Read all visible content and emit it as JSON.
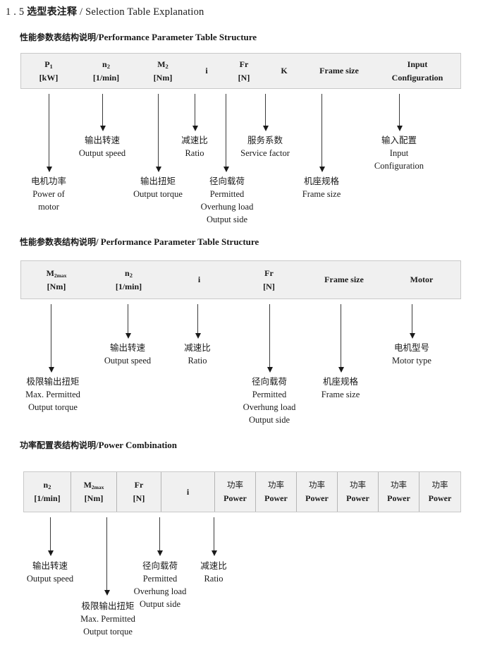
{
  "title": {
    "number": "1 . 5",
    "cn": "选型表注释",
    "sep": "/",
    "en": "Selection Table Explanation"
  },
  "sections": [
    {
      "heading_cn": "性能参数表结构说明",
      "heading_sep": "/",
      "heading_en": "Performance Parameter Table Structure",
      "columns": [
        {
          "l1": "P",
          "sub1": "1",
          "l2": "[kW]"
        },
        {
          "l1": "n",
          "sub1": "2",
          "l2": "[1/min]"
        },
        {
          "l1": "M",
          "sub1": "2",
          "l2": "[Nm]"
        },
        {
          "l1": "i",
          "sub1": "",
          "l2": ""
        },
        {
          "l1": "Fr",
          "sub1": "",
          "l2": "[N]"
        },
        {
          "l1": "K",
          "sub1": "",
          "l2": ""
        },
        {
          "l1": "Frame size",
          "sub1": "",
          "l2": ""
        },
        {
          "l1": "Input",
          "sub1": "",
          "l2": "Configuration"
        }
      ],
      "notes": [
        {
          "cn": "电机功率",
          "en": [
            "Power of",
            "motor"
          ]
        },
        {
          "cn": "输出转速",
          "en": [
            "Output speed"
          ]
        },
        {
          "cn": "输出扭矩",
          "en": [
            "Output torque"
          ]
        },
        {
          "cn": "减速比",
          "en": [
            "Ratio"
          ]
        },
        {
          "cn": "径向载荷",
          "en": [
            "Permitted",
            "Overhung load",
            "Output side"
          ]
        },
        {
          "cn": "服务系数",
          "en": [
            "Service factor"
          ]
        },
        {
          "cn": "机座规格",
          "en": [
            "Frame size"
          ]
        },
        {
          "cn": "输入配置",
          "en": [
            "Input",
            "Configuration"
          ]
        }
      ]
    },
    {
      "heading_cn": "性能参数表结构说明",
      "heading_sep": "/",
      "heading_en": "Performance Parameter Table Structure",
      "columns": [
        {
          "l1": "M",
          "sub1": "2max",
          "l2": "[Nm]"
        },
        {
          "l1": "n",
          "sub1": "2",
          "l2": "[1/min]"
        },
        {
          "l1": "i",
          "sub1": "",
          "l2": ""
        },
        {
          "l1": "Fr",
          "sub1": "",
          "l2": "[N]"
        },
        {
          "l1": "Frame size",
          "sub1": "",
          "l2": ""
        },
        {
          "l1": "Motor",
          "sub1": "",
          "l2": ""
        }
      ],
      "notes": [
        {
          "cn": "极限输出扭矩",
          "en": [
            "Max. Permitted",
            "Output  torque"
          ]
        },
        {
          "cn": "输出转速",
          "en": [
            "Output speed"
          ]
        },
        {
          "cn": "减速比",
          "en": [
            "Ratio"
          ]
        },
        {
          "cn": "径向载荷",
          "en": [
            "Permitted",
            "Overhung load",
            "Output side"
          ]
        },
        {
          "cn": "机座规格",
          "en": [
            "Frame size"
          ]
        },
        {
          "cn": "电机型号",
          "en": [
            "Motor type"
          ]
        }
      ]
    },
    {
      "heading_cn": "功率配置表结构说明",
      "heading_sep": "/",
      "heading_en": "Power Combination",
      "columns": [
        {
          "l1": "n",
          "sub1": "2",
          "l2": "[1/min]"
        },
        {
          "l1": "M",
          "sub1": "2max",
          "l2": "[Nm]"
        },
        {
          "l1": "Fr",
          "sub1": "",
          "l2": "[N]"
        },
        {
          "l1": "i",
          "sub1": "",
          "l2": ""
        },
        {
          "l1": "功率",
          "sub1": "",
          "l2": "Power"
        },
        {
          "l1": "功率",
          "sub1": "",
          "l2": "Power"
        },
        {
          "l1": "功率",
          "sub1": "",
          "l2": "Power"
        },
        {
          "l1": "功率",
          "sub1": "",
          "l2": "Power"
        },
        {
          "l1": "功率",
          "sub1": "",
          "l2": "Power"
        },
        {
          "l1": "功率",
          "sub1": "",
          "l2": "Power"
        }
      ],
      "notes": [
        {
          "cn": "输出转速",
          "en": [
            "Output speed"
          ]
        },
        {
          "cn": "极限输出扭矩",
          "en": [
            "Max. Permitted",
            "Output  torque"
          ]
        },
        {
          "cn": "径向载荷",
          "en": [
            "Permitted",
            "Overhung load",
            "Output side"
          ]
        },
        {
          "cn": "减速比",
          "en": [
            "Ratio"
          ]
        }
      ]
    }
  ],
  "colors": {
    "table_bg": "#f0f0f0",
    "table_border": "#c9c9c9",
    "arrow": "#1a1a1a",
    "text": "#1a1a1a"
  }
}
